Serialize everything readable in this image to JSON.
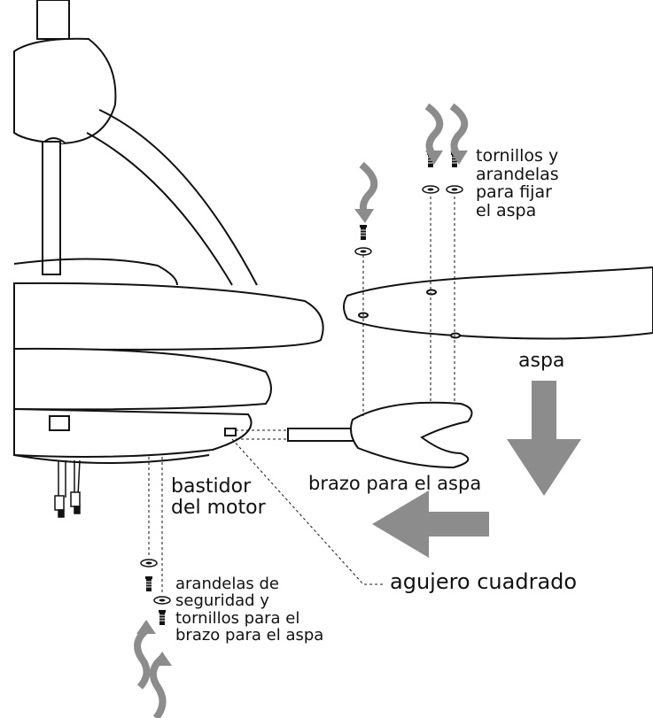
{
  "labels": {
    "blade_screws": [
      "tornillos y",
      "arandelas",
      "para fijar",
      "el aspa"
    ],
    "blade": "aspa",
    "blade_arm": "brazo para el aspa",
    "motor_housing": [
      "bastidor",
      "del motor"
    ],
    "square_hole": "agujero cuadrado",
    "lock_washers": [
      "arandelas de",
      "seguridad y",
      "tornillos para el",
      "brazo para el aspa"
    ]
  },
  "colors": {
    "line": "#111111",
    "arrow": "#8c8c8c",
    "background": "#ffffff"
  },
  "icons": [
    "curved-arrow-icon",
    "arrow-down-icon",
    "arrow-left-icon",
    "screw-icon",
    "washer-icon"
  ]
}
